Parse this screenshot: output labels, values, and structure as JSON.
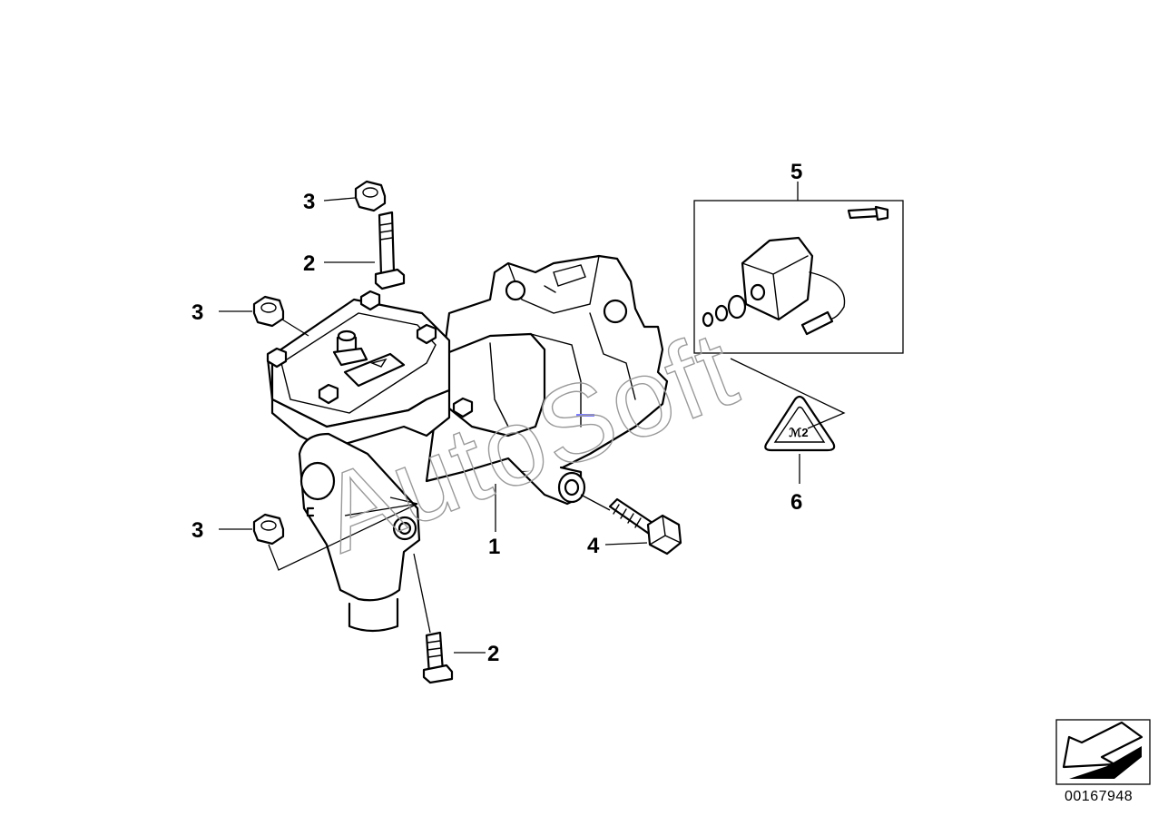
{
  "callouts": [
    {
      "id": "1",
      "label": "1"
    },
    {
      "id": "2",
      "label": "2"
    },
    {
      "id": "3",
      "label": "3"
    },
    {
      "id": "4",
      "label": "4"
    },
    {
      "id": "5",
      "label": "5"
    },
    {
      "id": "6",
      "label": "6"
    }
  ],
  "watermark": {
    "text": "AutoSoft",
    "color": "#9a9a9a"
  },
  "diagram_id": "00167948",
  "colors": {
    "line": "#000000",
    "background": "#ffffff",
    "marker": "#7b7bff"
  },
  "icons": [
    "steering-gear-icon",
    "bolt-icon",
    "hex-nut-icon",
    "hex-bolt-icon",
    "solenoid-valve-icon",
    "warning-triangle-icon",
    "direction-arrow-icon"
  ]
}
